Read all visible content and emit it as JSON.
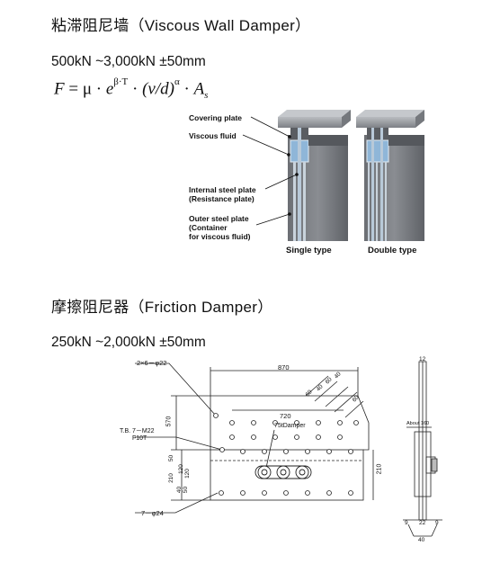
{
  "viscous": {
    "title": "粘滞阻尼墙（Viscous Wall Damper）",
    "capacity": "500kN ~3,000kN ±50mm",
    "formula": {
      "lhs": "F",
      "eq": "=",
      "mu": "μ",
      "dot": "·",
      "e": "e",
      "exp": "β·T",
      "paren": "(v/d)",
      "alpha": "α",
      "A": "A",
      "sub": "s"
    },
    "labels": {
      "covering_plate": "Covering plate",
      "viscous_fluid": "Viscous fluid",
      "internal_plate_1": "Internal steel plate",
      "internal_plate_2": "(Resistance plate)",
      "outer_plate_1": "Outer steel plate",
      "outer_plate_2": "(Container",
      "outer_plate_3": "for viscous fluid)",
      "single_type": "Single type",
      "double_type": "Double type"
    }
  },
  "friction": {
    "title": "摩擦阻尼器（Friction Damper）",
    "capacity": "250kN ~2,000kN ±50mm",
    "drawing": {
      "holes_top": "2×6－φ22",
      "width_870": "870",
      "dim_720": "720",
      "dims_60_40": [
        "60",
        "40",
        "60",
        "40",
        "60"
      ],
      "dim_570": "570",
      "tb_label_1": "T.B. 7－M22",
      "tb_label_2": "F10T",
      "damper_label": "75tDamper",
      "dim_210": "210",
      "left_dims": [
        "50",
        "120",
        "210",
        "40",
        "50",
        "120"
      ],
      "holes_bottom": "7－φ24",
      "side_top": "12",
      "side_bolt": "About 160",
      "side_bottom_dims": [
        "9",
        "22",
        "9"
      ],
      "side_40": "40"
    }
  }
}
